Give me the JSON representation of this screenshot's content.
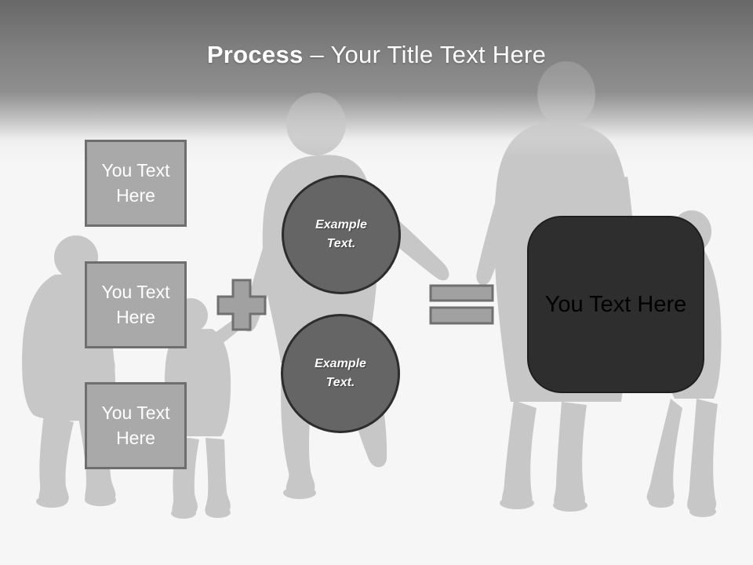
{
  "slide": {
    "header": {
      "title_bold": "Process",
      "title_regular": " – Your Title Text Here"
    },
    "input_boxes": [
      {
        "label": "You Text Here"
      },
      {
        "label": "You Text Here"
      },
      {
        "label": "You Text Here"
      }
    ],
    "example_circles": [
      {
        "label": "Example Text."
      },
      {
        "label": "Example Text."
      }
    ],
    "result_box": {
      "label": "You Text Here"
    },
    "icons": {
      "plus": "plus-icon",
      "equals": "equals-icon"
    },
    "colors": {
      "header-top": "#686868",
      "header-mid": "#8f8f8f",
      "background": "#f6f6f6",
      "silhouette": "#c7c7c7",
      "box-fill": "#a9a9a9",
      "box-border": "#6e6e6e",
      "box-text": "#ffffff",
      "operator-fill": "#a1a1a1",
      "operator-border": "#707070",
      "circle-fill": "#656565",
      "circle-border": "#2d2d2d",
      "circle-text": "#ffffff",
      "result-fill": "#2e2e2e",
      "result-border": "#1f1f1f",
      "result-text": "#000000",
      "title-text": "#ffffff"
    }
  }
}
